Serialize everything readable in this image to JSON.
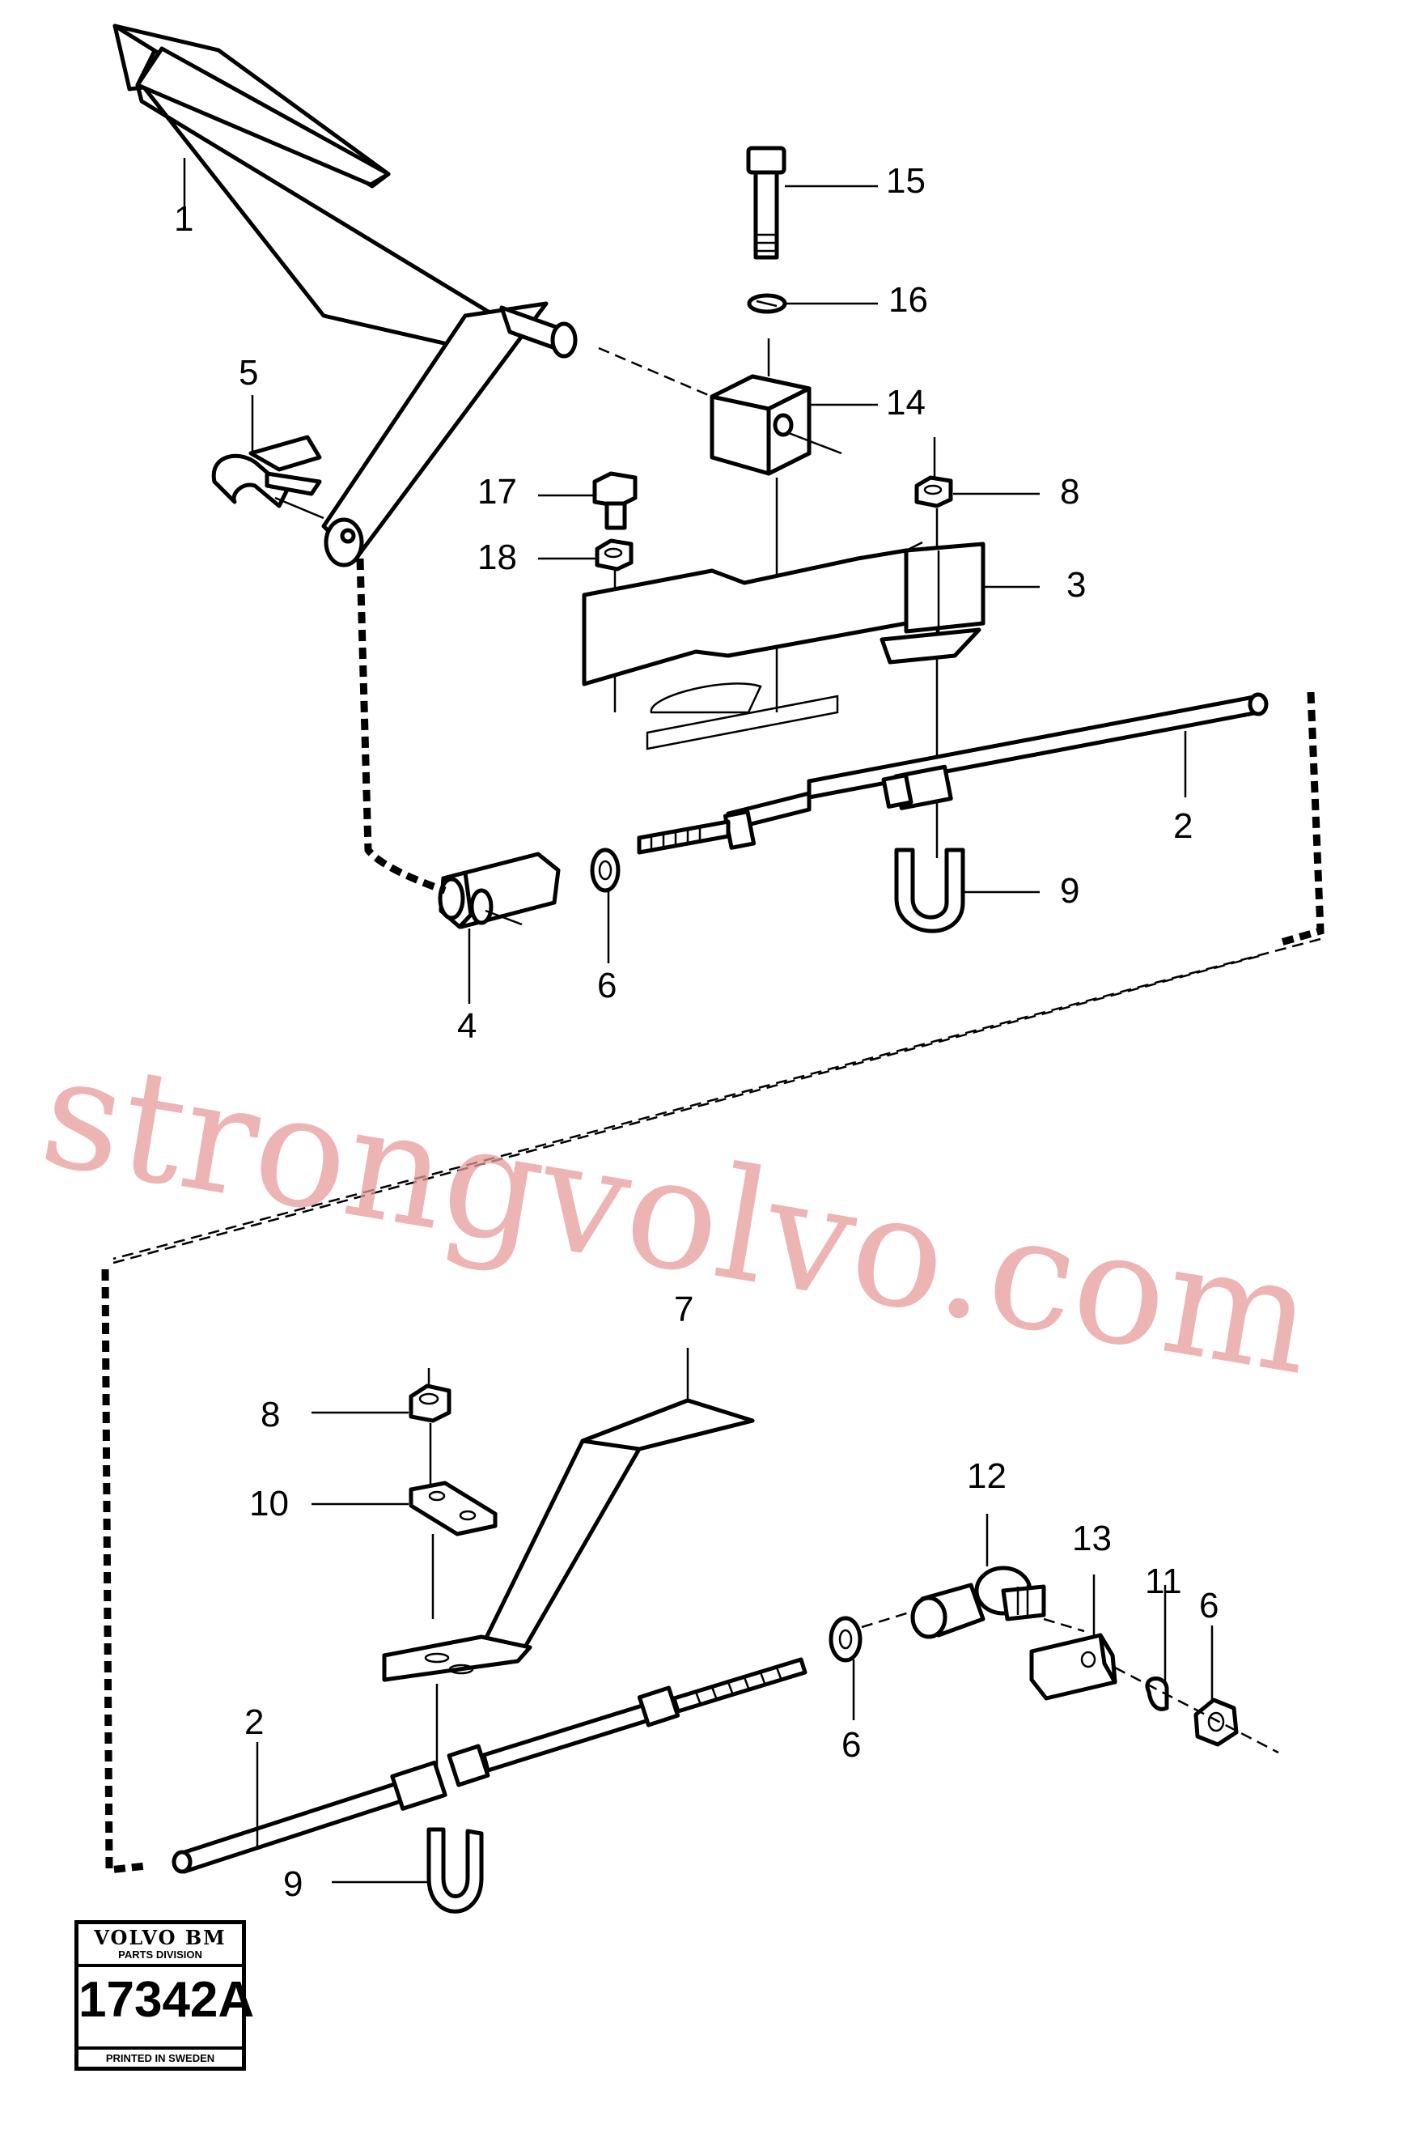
{
  "callouts": [
    {
      "id": "c1-1",
      "text": "1"
    },
    {
      "id": "c1-15",
      "text": "15"
    },
    {
      "id": "c1-16",
      "text": "16"
    },
    {
      "id": "c1-5",
      "text": "5"
    },
    {
      "id": "c1-14",
      "text": "14"
    },
    {
      "id": "c1-17",
      "text": "17"
    },
    {
      "id": "c1-8",
      "text": "8"
    },
    {
      "id": "c1-18",
      "text": "18"
    },
    {
      "id": "c1-3",
      "text": "3"
    },
    {
      "id": "c1-2",
      "text": "2"
    },
    {
      "id": "c1-9",
      "text": "9"
    },
    {
      "id": "c1-4",
      "text": "4"
    },
    {
      "id": "c1-6",
      "text": "6"
    },
    {
      "id": "c2-7",
      "text": "7"
    },
    {
      "id": "c2-8",
      "text": "8"
    },
    {
      "id": "c2-10",
      "text": "10"
    },
    {
      "id": "c2-12",
      "text": "12"
    },
    {
      "id": "c2-13",
      "text": "13"
    },
    {
      "id": "c2-11",
      "text": "11"
    },
    {
      "id": "c2-6a",
      "text": "6"
    },
    {
      "id": "c2-2",
      "text": "2"
    },
    {
      "id": "c2-6b",
      "text": "6"
    },
    {
      "id": "c2-9",
      "text": "9"
    }
  ],
  "watermark": "strongvolvo.com",
  "stamp": {
    "brand": "VOLVO BM",
    "division": "PARTS DIVISION",
    "number": "17342A",
    "printed": "PRINTED IN SWEDEN"
  }
}
